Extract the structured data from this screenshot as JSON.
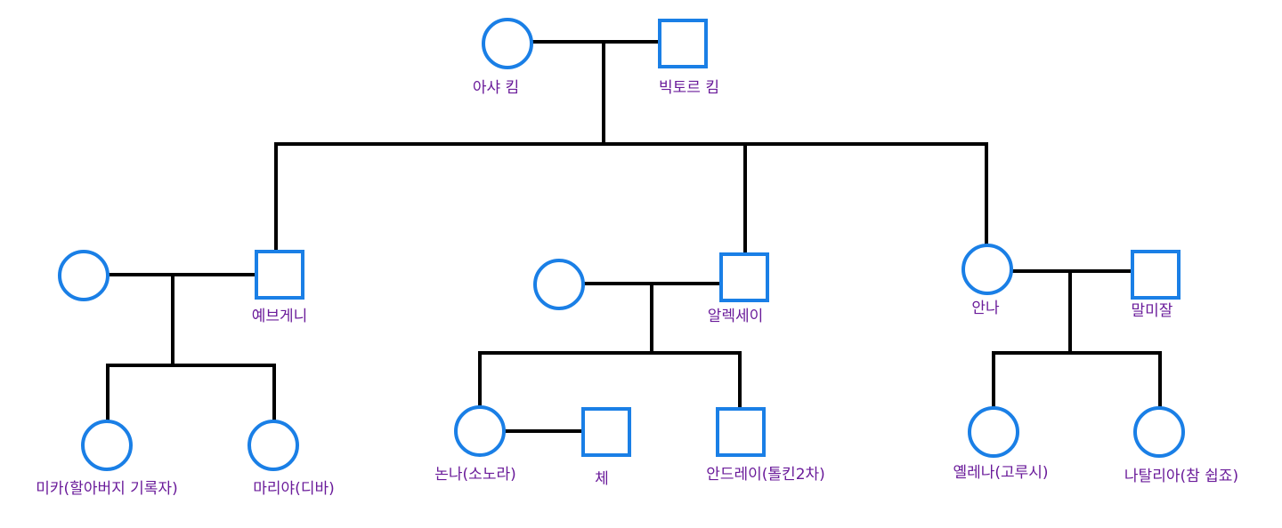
{
  "diagram": {
    "type": "family-tree",
    "colors": {
      "symbol_stroke": "#1a7fe6",
      "label_text": "#6a1b9a",
      "connector": "#000000"
    },
    "legend_semantics": {
      "circle": "female",
      "square": "male"
    },
    "people": [
      {
        "id": "asha",
        "name": "아샤 킴",
        "shape": "circle"
      },
      {
        "id": "viktor",
        "name": "빅토르 킴",
        "shape": "square"
      },
      {
        "id": "yevgeny_spouse",
        "name": "",
        "shape": "circle"
      },
      {
        "id": "yevgeny",
        "name": "예브게니",
        "shape": "square"
      },
      {
        "id": "alexei_spouse",
        "name": "",
        "shape": "circle"
      },
      {
        "id": "alexei",
        "name": "알렉세이",
        "shape": "square"
      },
      {
        "id": "anna",
        "name": "안나",
        "shape": "circle"
      },
      {
        "id": "malmijal",
        "name": "말미잘",
        "shape": "square"
      },
      {
        "id": "mika",
        "name": "미카(할아버지 기록자)",
        "shape": "circle"
      },
      {
        "id": "mariya",
        "name": "마리야(디바)",
        "shape": "circle"
      },
      {
        "id": "nonna",
        "name": "논나(소노라)",
        "shape": "circle"
      },
      {
        "id": "che",
        "name": "체",
        "shape": "square"
      },
      {
        "id": "andrei",
        "name": "안드레이(톨킨2차)",
        "shape": "square"
      },
      {
        "id": "elena",
        "name": "옐레나(고루시)",
        "shape": "circle"
      },
      {
        "id": "natalia",
        "name": "나탈리아(참 쉽죠)",
        "shape": "circle"
      }
    ],
    "unions": [
      {
        "partners": [
          "asha",
          "viktor"
        ],
        "children": [
          "yevgeny",
          "alexei",
          "anna"
        ]
      },
      {
        "partners": [
          "yevgeny_spouse",
          "yevgeny"
        ],
        "children": [
          "mika",
          "mariya"
        ]
      },
      {
        "partners": [
          "alexei_spouse",
          "alexei"
        ],
        "children": [
          "nonna",
          "andrei"
        ]
      },
      {
        "partners": [
          "anna",
          "malmijal"
        ],
        "children": [
          "elena",
          "natalia"
        ]
      },
      {
        "partners": [
          "nonna",
          "che"
        ],
        "children": []
      }
    ]
  }
}
